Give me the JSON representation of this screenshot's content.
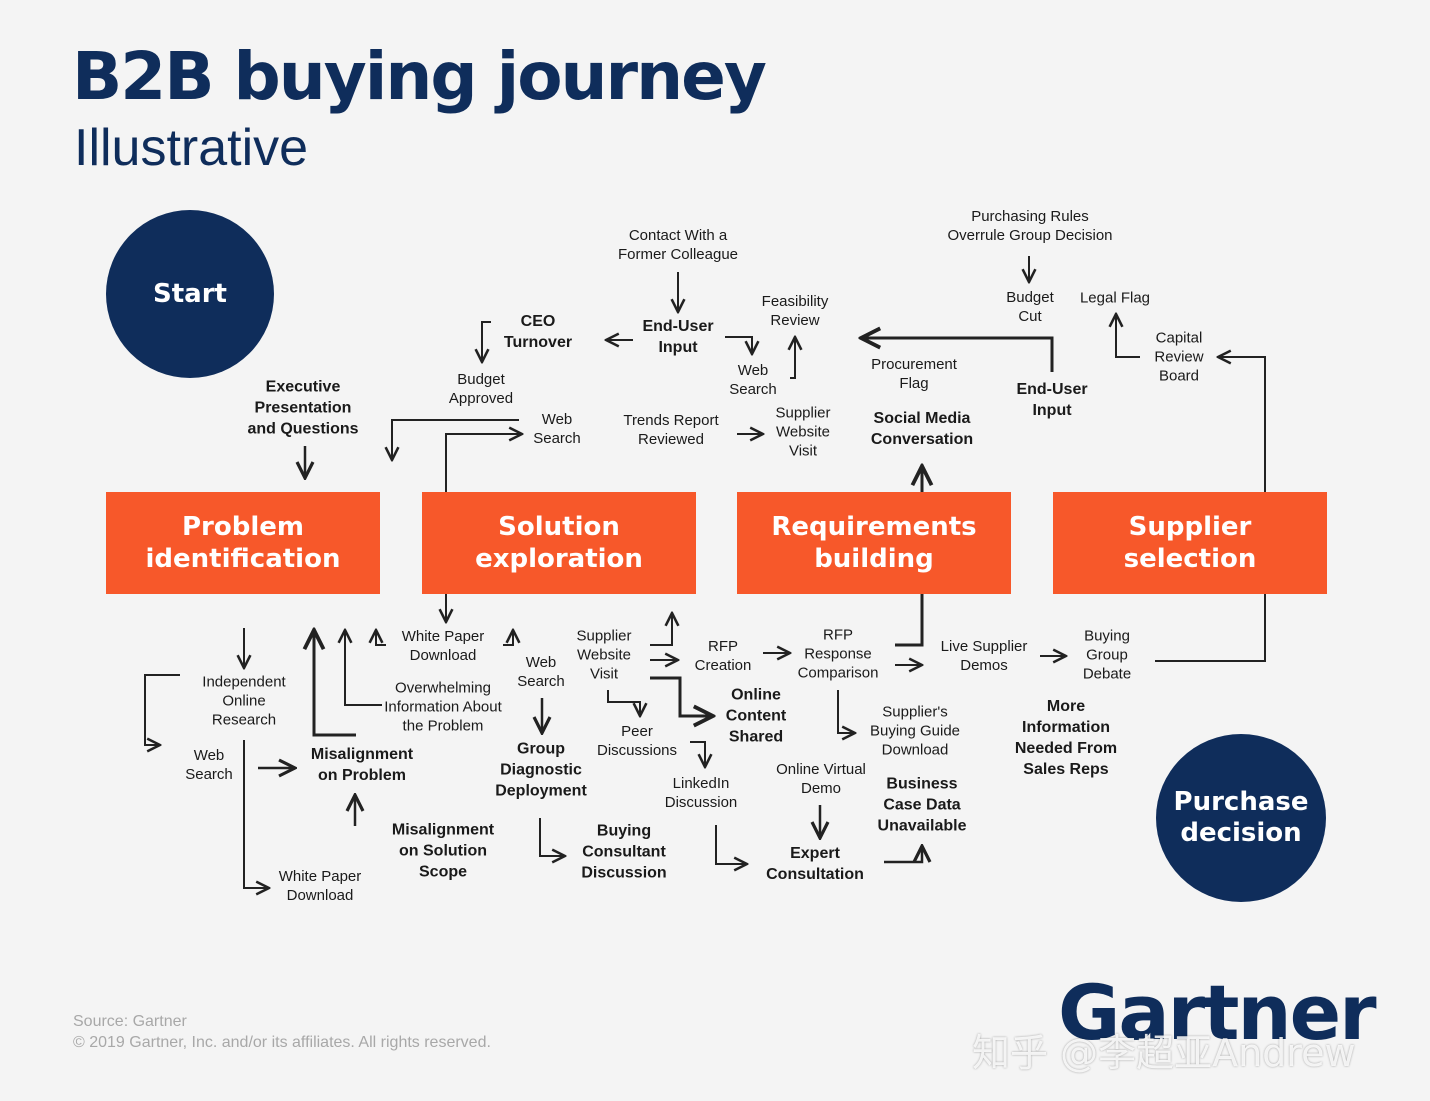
{
  "header": {
    "title": "B2B buying journey",
    "subtitle": "Illustrative"
  },
  "start_label": "Start",
  "end_label": "Purchase\ndecision",
  "stages": [
    "Problem\nidentification",
    "Solution\nexploration",
    "Requirements\nbuilding",
    "Supplier\nselection"
  ],
  "nodes": [
    {
      "id": "contact-former-colleague",
      "text": "Contact With a\nFormer Colleague",
      "bold": false
    },
    {
      "id": "purchasing-rules",
      "text": "Purchasing Rules\nOverrule Group Decision",
      "bold": false
    },
    {
      "id": "feasibility-review",
      "text": "Feasibility\nReview",
      "bold": false
    },
    {
      "id": "budget-cut",
      "text": "Budget\nCut",
      "bold": false
    },
    {
      "id": "legal-flag",
      "text": "Legal Flag",
      "bold": false
    },
    {
      "id": "ceo-turnover",
      "text": "CEO\nTurnover",
      "bold": true
    },
    {
      "id": "end-user-input-top",
      "text": "End-User\nInput",
      "bold": true
    },
    {
      "id": "capital-review-board",
      "text": "Capital\nReview\nBoard",
      "bold": false
    },
    {
      "id": "procurement-flag",
      "text": "Procurement\nFlag",
      "bold": false
    },
    {
      "id": "web-search-top-right",
      "text": "Web\nSearch",
      "bold": false
    },
    {
      "id": "budget-approved",
      "text": "Budget\nApproved",
      "bold": false
    },
    {
      "id": "end-user-input-right",
      "text": "End-User\nInput",
      "bold": true
    },
    {
      "id": "executive-presentation",
      "text": "Executive\nPresentation\nand Questions",
      "bold": true
    },
    {
      "id": "web-search-top-left",
      "text": "Web\nSearch",
      "bold": false
    },
    {
      "id": "trends-report",
      "text": "Trends Report\nReviewed",
      "bold": false
    },
    {
      "id": "supplier-website-top",
      "text": "Supplier\nWebsite\nVisit",
      "bold": false
    },
    {
      "id": "social-media",
      "text": "Social Media\nConversation",
      "bold": true
    },
    {
      "id": "white-paper-mid",
      "text": "White Paper\nDownload",
      "bold": false
    },
    {
      "id": "supplier-website-bottom",
      "text": "Supplier\nWebsite\nVisit",
      "bold": false
    },
    {
      "id": "rfp-response",
      "text": "RFP\nResponse\nComparison",
      "bold": false
    },
    {
      "id": "buying-group-debate",
      "text": "Buying\nGroup\nDebate",
      "bold": false
    },
    {
      "id": "rfp-creation",
      "text": "RFP\nCreation",
      "bold": false
    },
    {
      "id": "live-supplier-demos",
      "text": "Live Supplier\nDemos",
      "bold": false
    },
    {
      "id": "web-search-bottom-mid",
      "text": "Web\nSearch",
      "bold": false
    },
    {
      "id": "independent-research",
      "text": "Independent\nOnline\nResearch",
      "bold": false
    },
    {
      "id": "online-content-shared",
      "text": "Online\nContent\nShared",
      "bold": true
    },
    {
      "id": "overwhelming-info",
      "text": "Overwhelming\nInformation About\nthe Problem",
      "bold": false
    },
    {
      "id": "more-information",
      "text": "More\nInformation\nNeeded From\nSales Reps",
      "bold": true
    },
    {
      "id": "suppliers-buying-guide",
      "text": "Supplier's\nBuying Guide\nDownload",
      "bold": false
    },
    {
      "id": "peer-discussions",
      "text": "Peer\nDiscussions",
      "bold": false
    },
    {
      "id": "web-search-bottom-left",
      "text": "Web\nSearch",
      "bold": false
    },
    {
      "id": "misalignment-problem",
      "text": "Misalignment\non Problem",
      "bold": true
    },
    {
      "id": "group-diagnostic",
      "text": "Group\nDiagnostic\nDeployment",
      "bold": true
    },
    {
      "id": "online-virtual-demo",
      "text": "Online Virtual\nDemo",
      "bold": false
    },
    {
      "id": "linkedin-discussion",
      "text": "LinkedIn\nDiscussion",
      "bold": false
    },
    {
      "id": "business-case-data",
      "text": "Business\nCase Data\nUnavailable",
      "bold": true
    },
    {
      "id": "misalignment-scope",
      "text": "Misalignment\non Solution\nScope",
      "bold": true
    },
    {
      "id": "buying-consultant",
      "text": "Buying\nConsultant\nDiscussion",
      "bold": true
    },
    {
      "id": "expert-consultation",
      "text": "Expert\nConsultation",
      "bold": true
    },
    {
      "id": "white-paper-bottom",
      "text": "White Paper\nDownload",
      "bold": false
    }
  ],
  "footer": {
    "source": "Source: Gartner",
    "copyright": "© 2019 Gartner, Inc. and/or its affiliates. All rights reserved."
  },
  "logo": "Gartner",
  "watermark": "知乎 @李超亚Andrew",
  "colors": {
    "navy": "#0f2d5b",
    "orange": "#f7582a",
    "background": "#f4f4f4",
    "line": "#222222"
  }
}
